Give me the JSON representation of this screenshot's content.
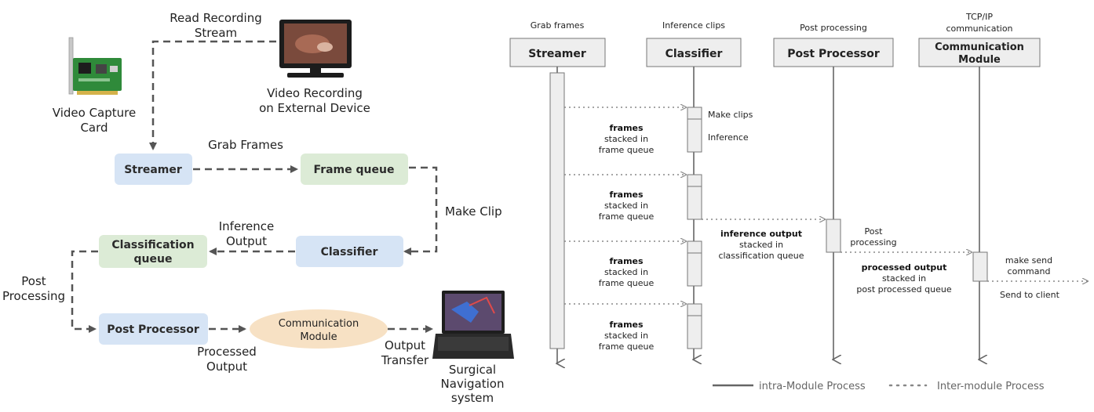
{
  "flow": {
    "read_stream_line1": "Read Recording",
    "read_stream_line2": "Stream",
    "capture_card_line1": "Video Capture",
    "capture_card_line2": "Card",
    "external_line1": "Video Recording",
    "external_line2": "on External Device",
    "grab_frames": "Grab Frames",
    "streamer": "Streamer",
    "frame_queue": "Frame queue",
    "make_clip": "Make Clip",
    "inference_line1": "Inference",
    "inference_line2": "Output",
    "classifier": "Classifier",
    "class_queue_line1": "Classification",
    "class_queue_line2": "queue",
    "post_line1": "Post",
    "post_line2": "Processing",
    "post_processor": "Post Processor",
    "comm_line1": "Communication",
    "comm_line2": "Module",
    "processed_line1": "Processed",
    "processed_line2": "Output",
    "transfer_line1": "Output",
    "transfer_line2": "Transfer",
    "surgical_line1": "Surgical",
    "surgical_line2": "Navigation",
    "surgical_line3": "system"
  },
  "seq": {
    "hdr_grab": "Grab frames",
    "hdr_infer": "Inference clips",
    "hdr_post": "Post processing",
    "hdr_tcp_line1": "TCP/IP",
    "hdr_tcp_line2": "communication",
    "box_streamer": "Streamer",
    "box_classifier": "Classifier",
    "box_post": "Post Processor",
    "box_comm_line1": "Communication",
    "box_comm_line2": "Module",
    "make_clips": "Make clips",
    "inference": "Inference",
    "frames": "frames",
    "stacked_in": "stacked in",
    "frame_queue": "frame queue",
    "post_line1": "Post",
    "post_line2": "processing",
    "inference_output": "inference output",
    "classification_queue": "classification queue",
    "processed_output": "processed output",
    "post_processed_queue": "post processed queue",
    "make_send_line1": "make send",
    "make_send_line2": "command",
    "send_client": "Send to client"
  },
  "legend": {
    "intra": "intra-Module Process",
    "inter": "Inter-module Process"
  },
  "colors": {
    "blue_node": "#d6e4f5",
    "green_node": "#dcebd6",
    "orange_node": "#f7e1c4",
    "dash_line": "#555555",
    "seq_box": "#eeeeee"
  }
}
